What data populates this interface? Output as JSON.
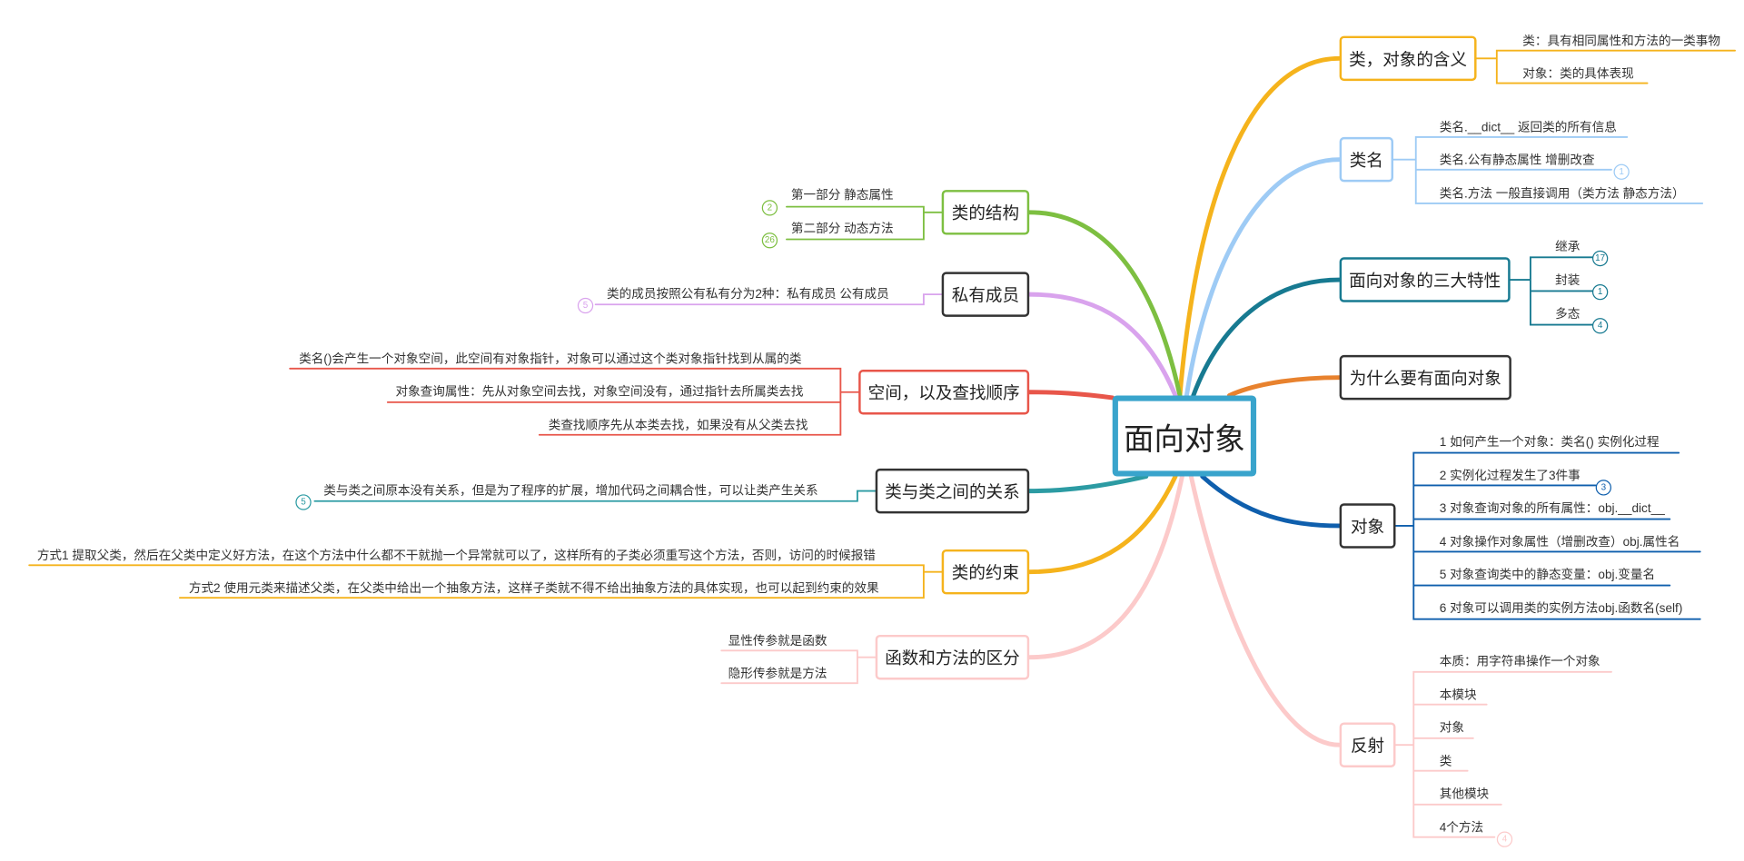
{
  "central": {
    "label": "面向对象",
    "color": "#39a4cc"
  },
  "topics": {
    "t1": {
      "label": "类，对象的含义",
      "color": "#f5b31c",
      "items": [
        "类：具有相同属性和方法的一类事物",
        "对象：类的具体表现"
      ]
    },
    "t2": {
      "label": "类名",
      "color": "#9ecbf5",
      "items": [
        "类名.__dict__ 返回类的所有信息",
        "类名.公有静态属性  增删改查",
        "类名.方法  一般直接调用（类方法 静态方法）"
      ],
      "badge": "1"
    },
    "t3": {
      "label": "面向对象的三大特性",
      "color": "#177a91",
      "items": [
        "继承",
        "封装",
        "多态"
      ],
      "badges": [
        "17",
        "1",
        "4"
      ]
    },
    "t4": {
      "label": "为什么要有面向对象",
      "color": "#e8822e",
      "border": "#333333"
    },
    "t5": {
      "label": "对象",
      "color": "#0f5fad",
      "border": "#333333",
      "items": [
        "1 如何产生一个对象：类名()  实例化过程",
        "2 实例化过程发生了3件事",
        "3 对象查询对象的所有属性：obj.__dict__",
        "4  对象操作对象属性（增删改查）obj.属性名",
        "5 对象查询类中的静态变量：obj.变量名",
        "6 对象可以调用类的实例方法obj.函数名(self)"
      ],
      "badge": "3"
    },
    "t6": {
      "label": "反射",
      "color": "#fccaca",
      "items": [
        "本质：用字符串操作一个对象",
        "本模块",
        "对象",
        "类",
        "其他模块",
        "4个方法"
      ],
      "badge": "4"
    },
    "l1": {
      "label": "类的结构",
      "color": "#7dbf41",
      "items": [
        "第一部分 静态属性",
        "第二部分 动态方法"
      ],
      "badges": [
        "2",
        "26"
      ]
    },
    "l2": {
      "label": "私有成员",
      "color": "#d9a3ed",
      "border": "#333333",
      "items": [
        "类的成员按照公有私有分为2种：私有成员 公有成员"
      ],
      "badge": "5"
    },
    "l3": {
      "label": "空间，以及查找顺序",
      "color": "#e8564a",
      "items": [
        "类名()会产生一个对象空间，此空间有对象指针，对象可以通过这个类对象指针找到从属的类",
        "对象查询属性：先从对象空间去找，对象空间没有，通过指针去所属类去找",
        "类查找顺序先从本类去找，如果没有从父类去找"
      ]
    },
    "l4": {
      "label": "类与类之间的关系",
      "color": "#2c9ba3",
      "border": "#333333",
      "items": [
        "类与类之间原本没有关系，但是为了程序的扩展，增加代码之间耦合性，可以让类产生关系"
      ],
      "badge": "5"
    },
    "l5": {
      "label": "类的约束",
      "color": "#f5b31c",
      "items": [
        "方式1 提取父类，然后在父类中定义好方法，在这个方法中什么都不干就抛一个异常就可以了，这样所有的子类必须重写这个方法，否则，访问的时候报错",
        "方式2 使用元类来描述父类，在父类中给出一个抽象方法，这样子类就不得不给出抽象方法的具体实现，也可以起到约束的效果"
      ]
    },
    "l6": {
      "label": "函数和方法的区分",
      "color": "#fccaca",
      "items": [
        "显性传参就是函数",
        "隐形传参就是方法"
      ]
    }
  }
}
